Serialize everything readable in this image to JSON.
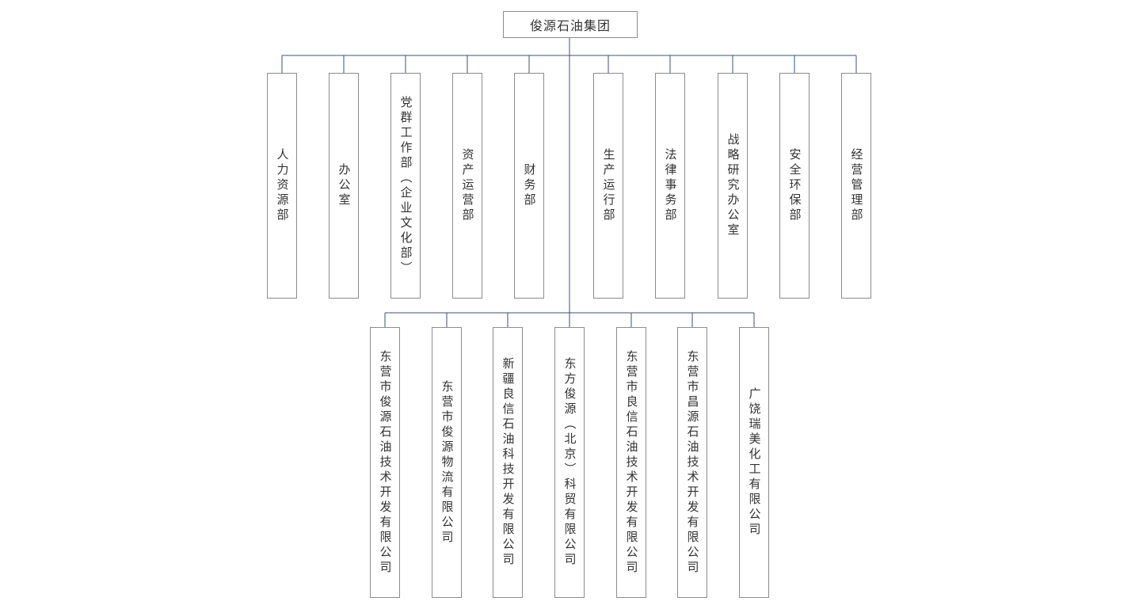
{
  "root": {
    "label": "俊源石油集团"
  },
  "departments": [
    {
      "label": "人力资源部"
    },
    {
      "label": "办公室"
    },
    {
      "label": "党群工作部（企业文化部）"
    },
    {
      "label": "资产运营部"
    },
    {
      "label": "财务部"
    },
    {
      "label": "生产运行部"
    },
    {
      "label": "法律事务部"
    },
    {
      "label": "战略研究办公室"
    },
    {
      "label": "安全环保部"
    },
    {
      "label": "经营管理部"
    }
  ],
  "subsidiaries": [
    {
      "label": "东营市俊源石油技术开发有限公司"
    },
    {
      "label": "东营市俊源物流有限公司"
    },
    {
      "label": "新疆良信石油科技开发有限公司"
    },
    {
      "label": "东方俊源（北京）科贸有限公司"
    },
    {
      "label": "东营市良信石油技术开发有限公司"
    },
    {
      "label": "东营市昌源石油技术开发有限公司"
    },
    {
      "label": "广饶瑞美化工有限公司"
    }
  ],
  "colors": {
    "line": "#3a5078",
    "box_border": "#8c8c8c",
    "text": "#333333",
    "background": "#ffffff"
  }
}
